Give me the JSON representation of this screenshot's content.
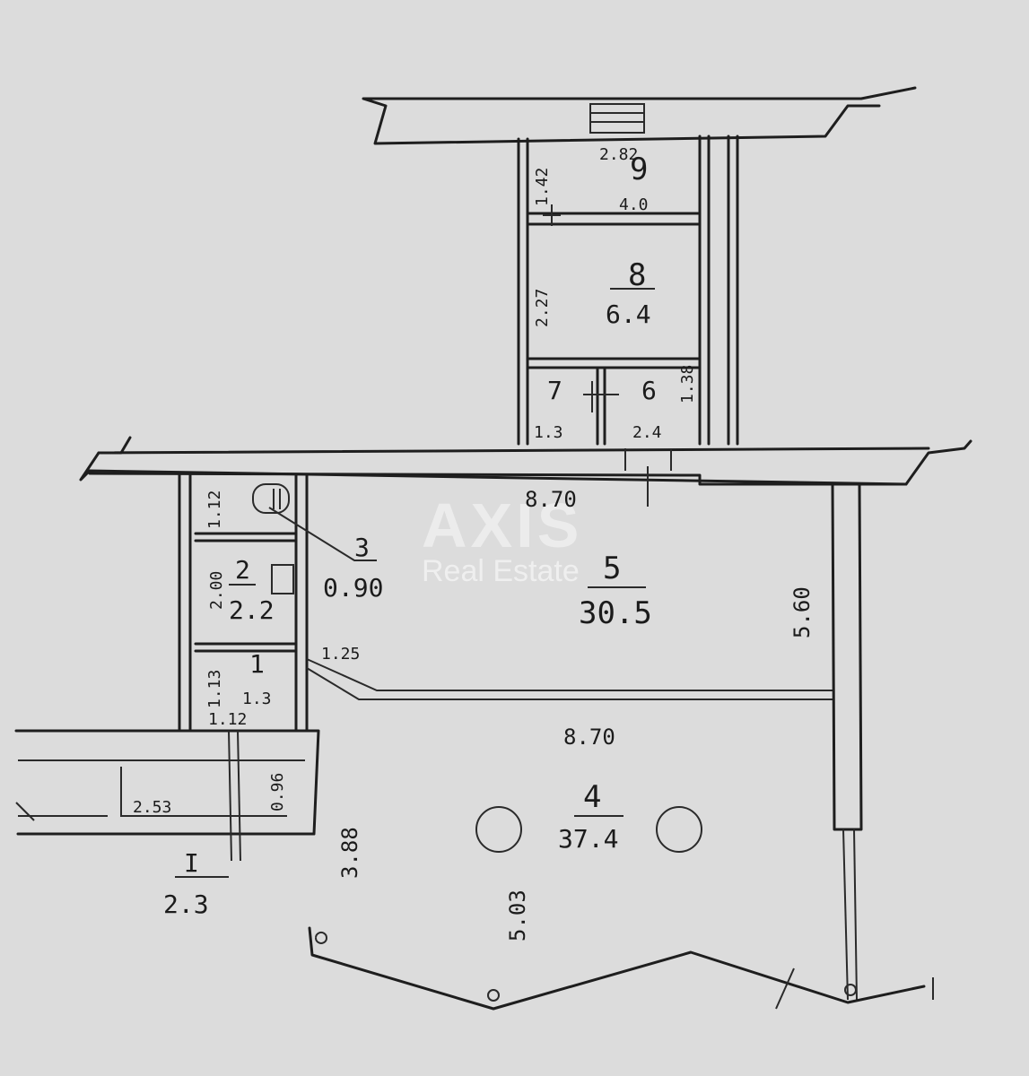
{
  "watermark": {
    "brand": "AXIS",
    "subtitle": "Real Estate"
  },
  "rooms": [
    {
      "id": "1",
      "number": "1",
      "area": "1.3"
    },
    {
      "id": "2",
      "number": "2",
      "area": "2.2"
    },
    {
      "id": "3",
      "number": "3",
      "area": "0.90"
    },
    {
      "id": "4",
      "number": "4",
      "area": "37.4"
    },
    {
      "id": "5",
      "number": "5",
      "area": "30.5"
    },
    {
      "id": "6",
      "number": "6",
      "area": "2.4"
    },
    {
      "id": "7",
      "number": "7",
      "area": "1.3"
    },
    {
      "id": "8",
      "number": "8",
      "area": "6.4"
    },
    {
      "id": "9",
      "number": "9",
      "area": "4.0"
    }
  ],
  "vestibule": {
    "number": "I",
    "area": "2.3"
  },
  "dimensions": {
    "room5_width": "8.70",
    "room5_depth": "5.60",
    "room4_width": "8.70",
    "room4_depth": "5.03",
    "side_depth": "3.88",
    "door_width": "1.25",
    "room9_width": "2.82",
    "room9_depth": "1.42",
    "room8_depth": "2.27",
    "room6_depth": "1.38",
    "room2_depth": "2.00",
    "room3_depth": "1.12",
    "room1_depth": "1.13",
    "room1_width": "1.12",
    "porch_width": "2.53",
    "porch_depth": "0.96"
  }
}
